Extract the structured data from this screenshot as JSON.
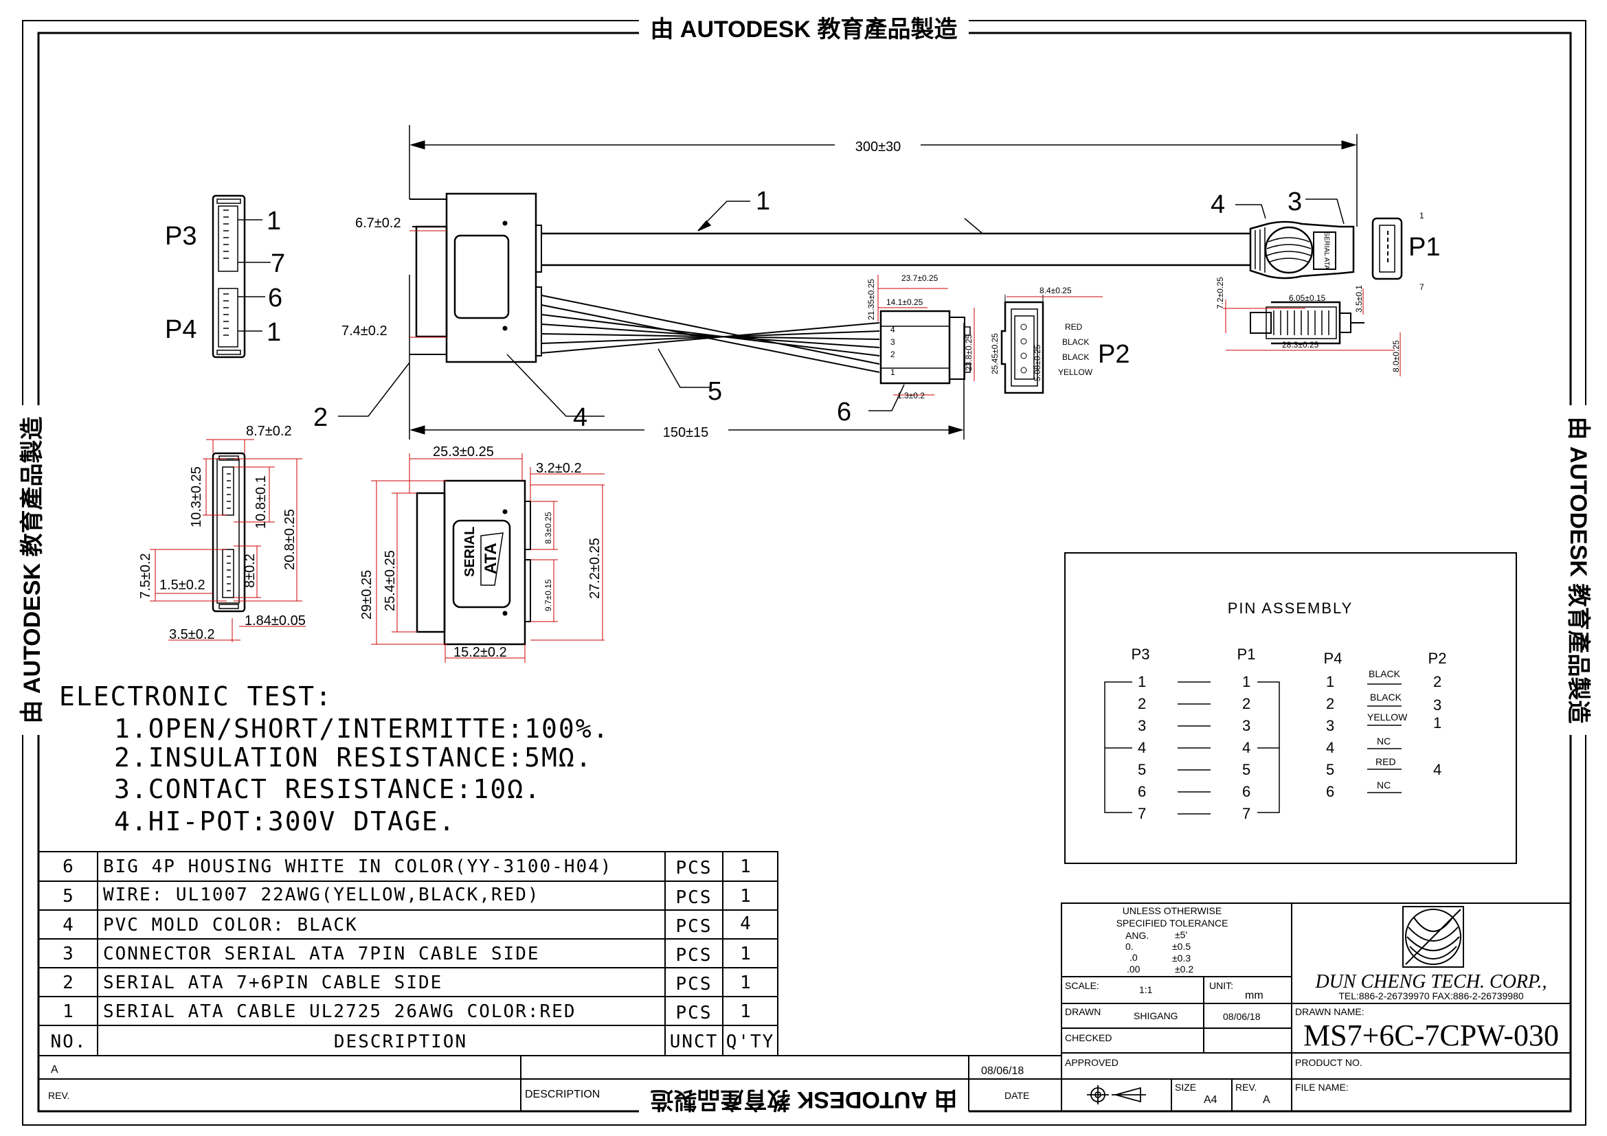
{
  "watermark": "由 AUTODESK 教育產品製造",
  "main_dims": {
    "overall_length": "300±30",
    "branch_length": "150±15",
    "d1": "6.7±0.2",
    "d2": "7.4±0.2",
    "p2_w1": "23.7±0.25",
    "p2_w2": "14.1±0.25",
    "p2_h1": "21.35±0.25",
    "p2_h2": "23.8±0.25",
    "p2_pin": "1.3±0.2",
    "p2_face_w": "8.4±0.25",
    "p2_face_h": "25.45±0.25",
    "p2_pitch": "5.08±0.25",
    "p1_h": "7.2±0.25",
    "p1_w1": "6.05±0.15",
    "p1_w2": "3.5±0.1",
    "p1_len": "28.3±0.25",
    "p1_h2": "8.0±0.25"
  },
  "callouts": {
    "c1": "1",
    "c2": "2",
    "c3": "3",
    "c4": "4",
    "c5": "5",
    "c6": "6",
    "c4b": "4"
  },
  "connector_labels": {
    "p3": "P3",
    "p4": "P4",
    "p1": "P1",
    "p2": "P2",
    "p3_n1": "1",
    "p3_n7": "7",
    "p4_n6": "6",
    "p4_n1": "1",
    "p1_n1": "1",
    "p1_n7": "7",
    "p2_pins": [
      "4",
      "3",
      "2",
      "1"
    ],
    "wire_colors": [
      "RED",
      "BLACK",
      "BLACK",
      "YELLOW"
    ]
  },
  "side_view_dims": {
    "w": "8.7±0.2",
    "a": "10.3±0.25",
    "b": "10.8±0.1",
    "c": "20.8±0.25",
    "d": "7.5±0.2",
    "e": "8±0.2",
    "f": "1.5±0.2",
    "g": "3.5±0.2",
    "h": "1.84±0.05"
  },
  "front_view_dims": {
    "w": "25.3±0.25",
    "t": "3.2±0.2",
    "h1": "29±0.25",
    "h2": "25.4±0.25",
    "h3": "27.2±0.25",
    "s1": "8.3±0.25",
    "s2": "9.7±0.15",
    "bw": "15.2±0.2",
    "serial": "SERIAL",
    "ata": "ATA"
  },
  "electronic_test": {
    "title": "ELECTRONIC TEST:",
    "items": [
      "1.OPEN/SHORT/INTERMITTE:100%.",
      "2.INSULATION RESISTANCE:5MΩ.",
      "3.CONTACT RESISTANCE:10Ω.",
      "4.HI-POT:300V DTAGE."
    ]
  },
  "pin_assembly": {
    "title": "PIN ASSEMBLY",
    "headers": [
      "P3",
      "P1",
      "P4",
      "P2"
    ],
    "p3": [
      "1",
      "2",
      "3",
      "4",
      "5",
      "6",
      "7"
    ],
    "p1": [
      "1",
      "2",
      "3",
      "4",
      "5",
      "6",
      "7"
    ],
    "p4": [
      "1",
      "2",
      "3",
      "4",
      "5",
      "6"
    ],
    "colors": [
      "BLACK",
      "BLACK",
      "YELLOW",
      "NC",
      "RED",
      "NC"
    ],
    "p2": [
      "2",
      "3",
      "1",
      "",
      "4",
      ""
    ]
  },
  "bom": {
    "rows": [
      {
        "no": "6",
        "desc": "BIG 4P HOUSING WHITE IN COLOR(YY-3100-H04)",
        "unit": "PCS",
        "qty": "1"
      },
      {
        "no": "5",
        "desc": "WIRE: UL1007 22AWG(YELLOW,BLACK,RED)",
        "unit": "PCS",
        "qty": "1"
      },
      {
        "no": "4",
        "desc": "PVC MOLD COLOR: BLACK",
        "unit": "PCS",
        "qty": "4"
      },
      {
        "no": "3",
        "desc": "CONNECTOR  SERIAL ATA 7PIN CABLE SIDE",
        "unit": "PCS",
        "qty": "1"
      },
      {
        "no": "2",
        "desc": "SERIAL ATA 7+6PIN CABLE SIDE",
        "unit": "PCS",
        "qty": "1"
      },
      {
        "no": "1",
        "desc": "SERIAL ATA CABLE UL2725 26AWG COLOR:RED",
        "unit": "PCS",
        "qty": "1"
      }
    ],
    "header": {
      "no": "NO.",
      "desc": "DESCRIPTION",
      "unit": "UNCT",
      "qty": "Q'TY"
    }
  },
  "revision": {
    "rev_value": "A",
    "rev_label": "REV.",
    "desc_label": "DESCRIPTION",
    "date_value": "08/06/18",
    "date_label": "DATE"
  },
  "title_block": {
    "tolerance_title_1": "UNLESS OTHERWISE",
    "tolerance_title_2": "SPECIFIED TOLERANCE",
    "ang": "ANG.",
    "ang_v": "±5'",
    "t0": "0.",
    "t0_v": "±0.5",
    "t1": ".0",
    "t1_v": "±0.3",
    "t2": ".00",
    "t2_v": "±0.2",
    "scale_label": "SCALE:",
    "scale_value": "1:1",
    "unit_label": "UNIT:",
    "unit_value": "mm",
    "drawn_label": "DRAWN",
    "drawn_value": "SHIGANG",
    "drawn_date": "08/06/18",
    "checked_label": "CHECKED",
    "approved_label": "APPROVED",
    "company": "DUN CHENG TECH. CORP.,",
    "contact": "TEL:886-2-26739970 FAX:886-2-26739980",
    "drawn_name_label": "DRAWN NAME:",
    "drawing_number": "MS7+6C-7CPW-030",
    "product_no_label": "PRODUCT NO.",
    "file_name_label": "FILE NAME:",
    "size_label": "SIZE",
    "size_value": "A4",
    "rev_label": "REV.",
    "rev_value": "A"
  }
}
